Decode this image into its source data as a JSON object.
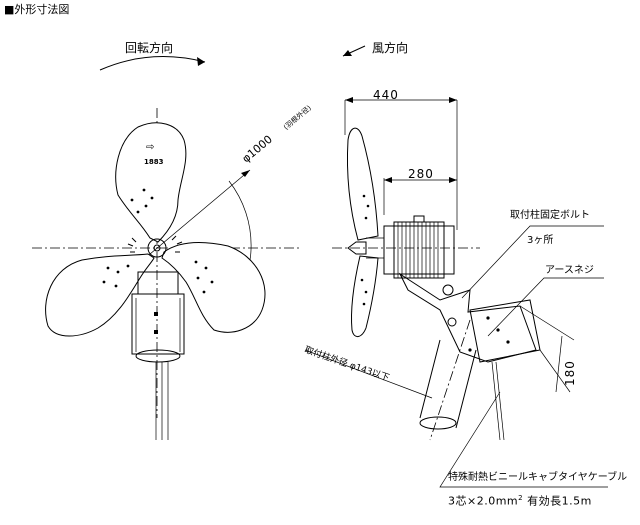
{
  "title": "■外形寸法図",
  "rotation_direction": "回転方向",
  "wind_direction": "風方向",
  "dimensions": {
    "overall_depth": "440",
    "motor_depth": "280",
    "blade_diameter": "φ1000",
    "blade_diameter_note": "(羽根外径)",
    "mount_height": "180",
    "pole_diameter": "取付柱外径 φ143以下"
  },
  "annotations": {
    "mount_bolt": "取付柱固定ボルト",
    "mount_bolt_count": "3ヶ所",
    "earth_screw": "アースネジ"
  },
  "cable": {
    "title": "特殊耐熱ビニールキャブタイヤケーブル",
    "spec_main": "3芯×2.0mm",
    "spec_sup": "2",
    "spec_length": "有効長1.5m"
  },
  "blade_marks": {
    "arrow": "⇨",
    "number": "1883"
  },
  "icons": [
    "rotation-arrow-icon",
    "wind-arrow-icon"
  ]
}
